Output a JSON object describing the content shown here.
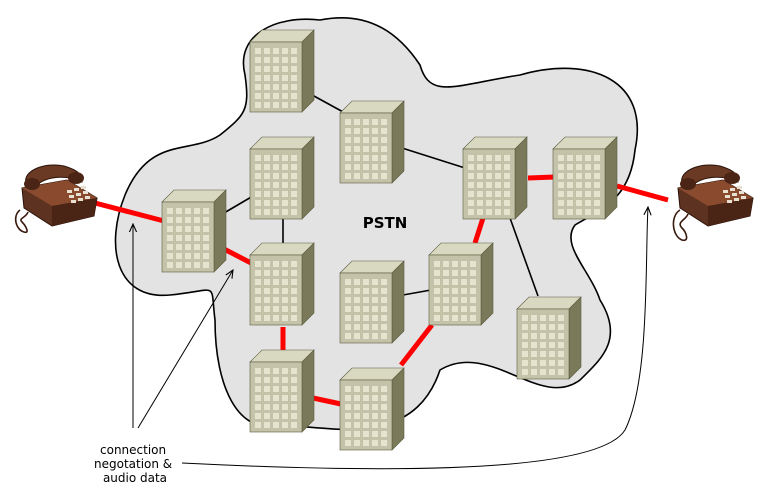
{
  "diagram": {
    "title": "PSTN",
    "annotation_lines": [
      "connection",
      "negotation &",
      "audio data"
    ]
  },
  "colors": {
    "cloud_fill": "#e3e3e3",
    "active_link": "#ff0000",
    "idle_link": "#000000",
    "building_front": "#c4c3a9",
    "building_side": "#7a7a5a",
    "building_top": "#d9d8c0",
    "window": "#e5e4cf",
    "phone_body": "#6b3a24"
  },
  "icons": {
    "exchange": "office-building-icon",
    "endpoint": "telephone-icon"
  }
}
